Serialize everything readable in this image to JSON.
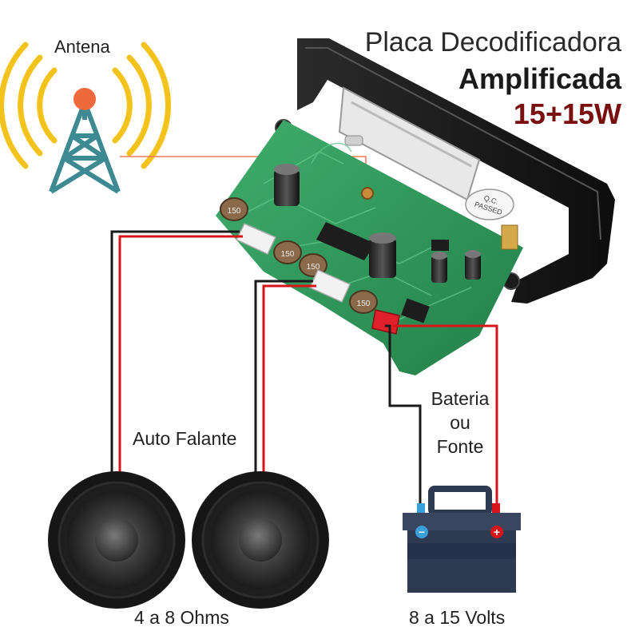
{
  "title": {
    "line1": "Placa Decodificadora",
    "line2": "Amplificada",
    "line3": "15+15W"
  },
  "labels": {
    "antenna": "Antena",
    "speaker": "Auto Falante",
    "power_line1": "Bateria",
    "power_line2": "ou",
    "power_line3": "Fonte",
    "speaker_spec": "4 a 8 Ohms",
    "power_spec": "8 a 15 Volts"
  },
  "board": {
    "qc_line1": "Q.C.",
    "qc_line2": "PASSED",
    "inductor_text": "150"
  },
  "battery": {
    "negative": "−",
    "positive": "+"
  },
  "colors": {
    "wire_red": "#d8141b",
    "wire_black": "#1a1a1a",
    "board_green": "#2f9a5c",
    "antenna_teal": "#3d8a93",
    "antenna_ball": "#ee6a3c",
    "signal_yellow": "#f3c21b",
    "title_red": "#7a0f0f"
  }
}
